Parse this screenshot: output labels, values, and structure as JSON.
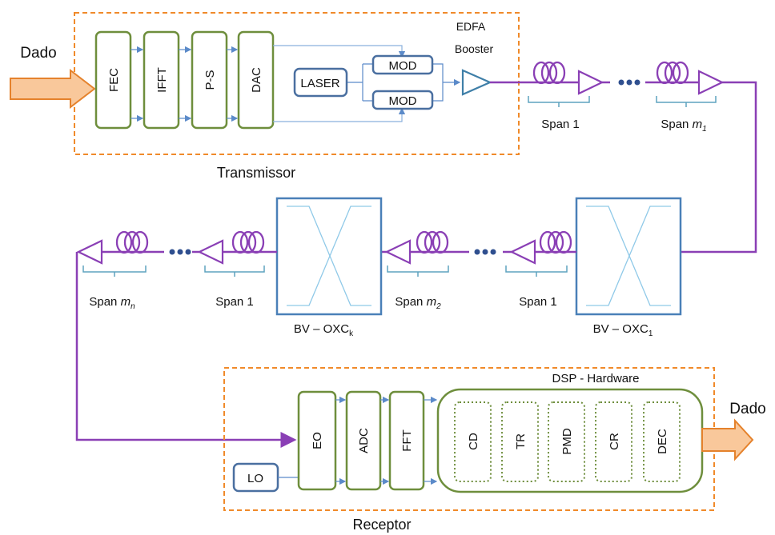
{
  "input_label": "Dado",
  "output_label": "Dado",
  "transmitter": {
    "label": "Transmissor",
    "blocks": [
      "FEC",
      "IFFT",
      "P-S",
      "DAC"
    ],
    "laser": "LASER",
    "mod_top": "MOD",
    "mod_bottom": "MOD",
    "edfa_line1": "EDFA",
    "edfa_line2": "Booster"
  },
  "spans_top": {
    "first": "Span 1",
    "last_prefix": "Span ",
    "last_var": "m",
    "last_sub": "1"
  },
  "middle": {
    "oxc1_prefix": "BV – OXC",
    "oxc1_sub": "1",
    "oxck_prefix": "BV – OXC",
    "oxck_sub": "k",
    "span_right": "Span 1",
    "span_m2_prefix": "Span ",
    "span_m2_var": "m",
    "span_m2_sub": "2",
    "span_left": "Span 1",
    "span_mn_prefix": "Span ",
    "span_mn_var": "m",
    "span_mn_sub": "n"
  },
  "receiver": {
    "label": "Receptor",
    "lo": "LO",
    "eo": "EO",
    "adc": "ADC",
    "fft": "FFT",
    "dsp_title": "DSP - Hardware",
    "dsp_blocks": [
      "CD",
      "TR",
      "PMD",
      "CR",
      "DEC"
    ]
  },
  "colors": {
    "frame": "#f08a2a",
    "green_box": "#6e8e3c",
    "blue_box": "#4a6fa0",
    "fiber": "#8a3fb5",
    "arrow_fill": "#f9c89b"
  }
}
